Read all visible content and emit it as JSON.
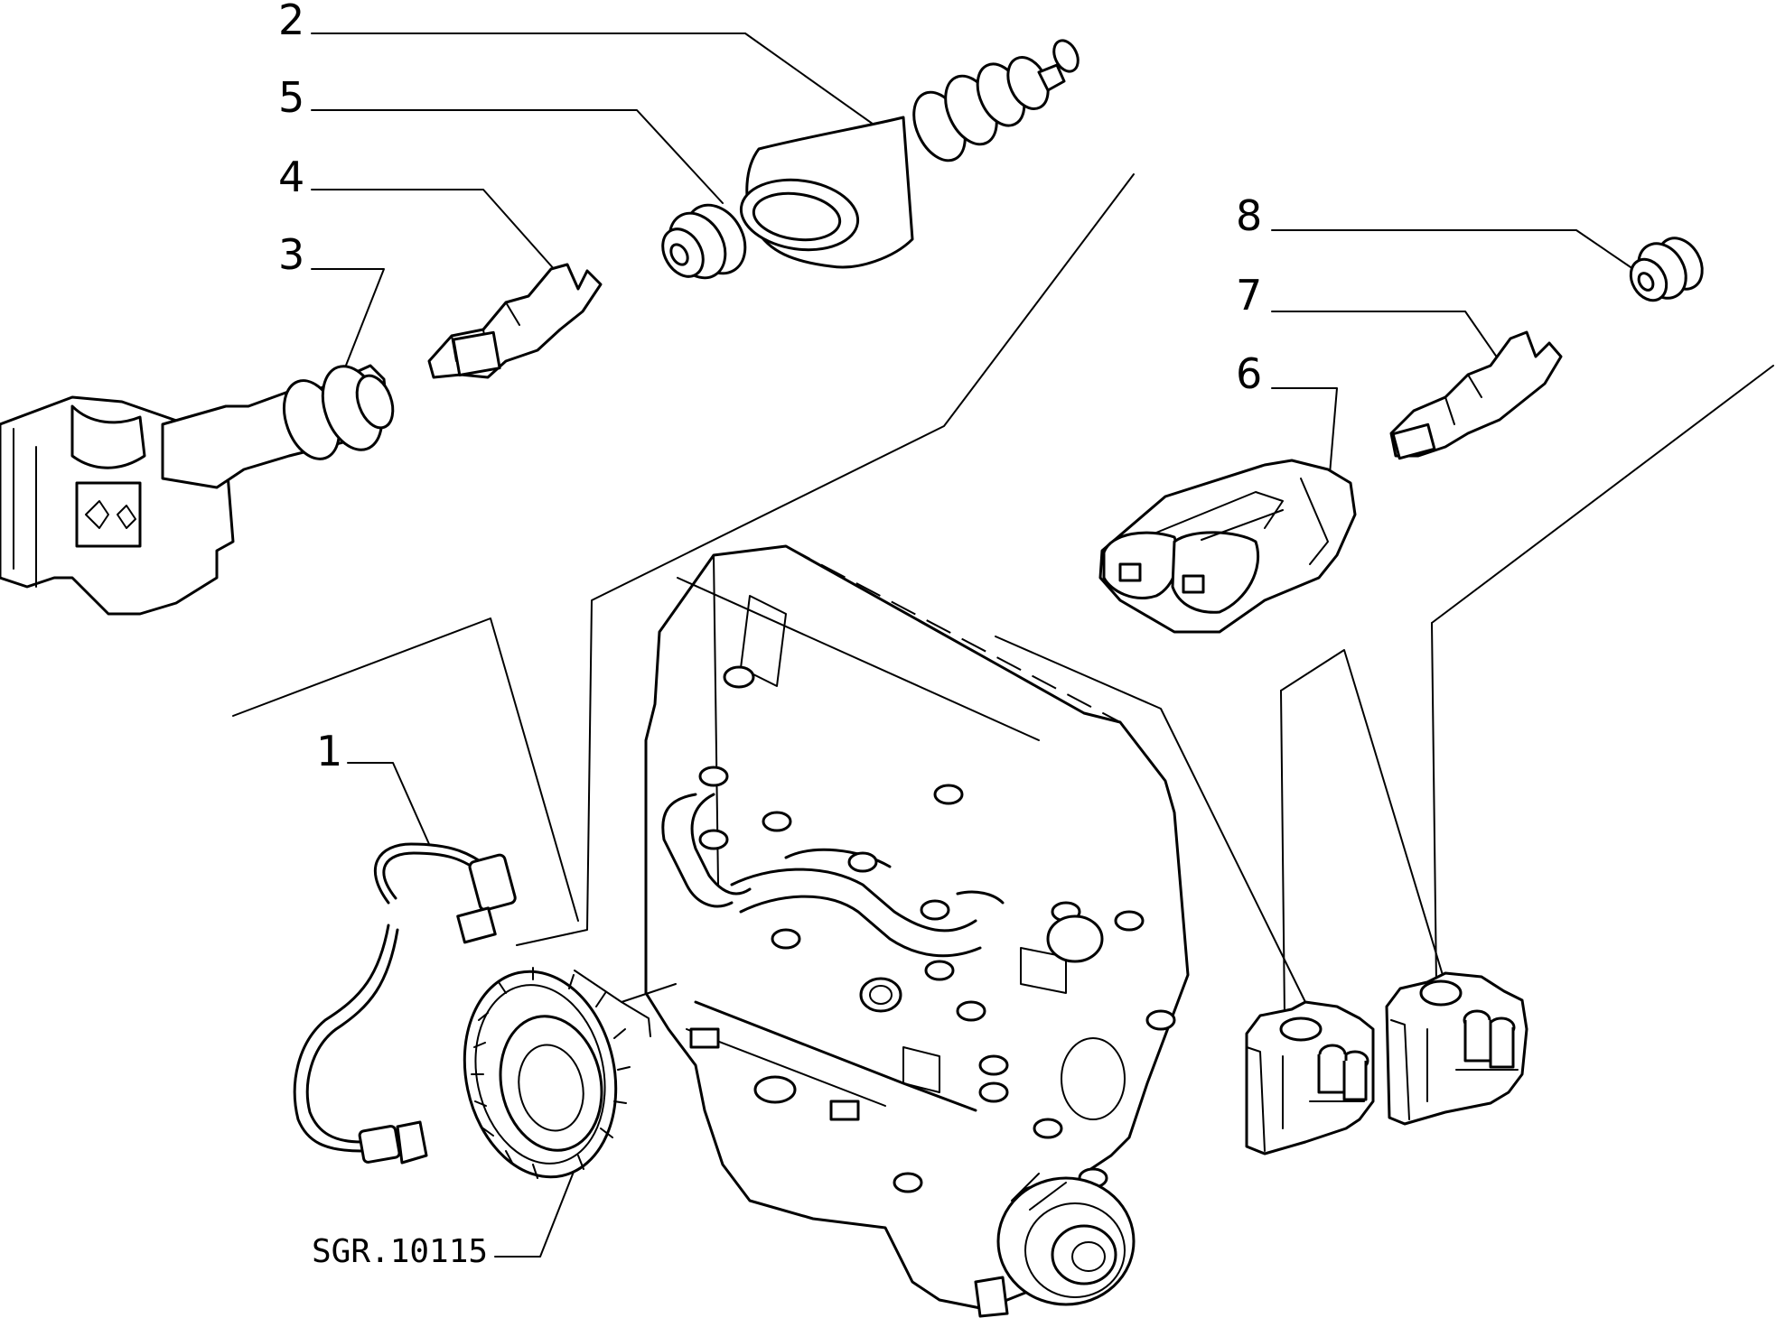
{
  "callouts": [
    {
      "id": "1",
      "label": "1"
    },
    {
      "id": "2",
      "label": "2"
    },
    {
      "id": "3",
      "label": "3"
    },
    {
      "id": "4",
      "label": "4"
    },
    {
      "id": "5",
      "label": "5"
    },
    {
      "id": "6",
      "label": "6"
    },
    {
      "id": "7",
      "label": "7"
    },
    {
      "id": "8",
      "label": "8"
    }
  ],
  "reference_code": "SGR.10115"
}
